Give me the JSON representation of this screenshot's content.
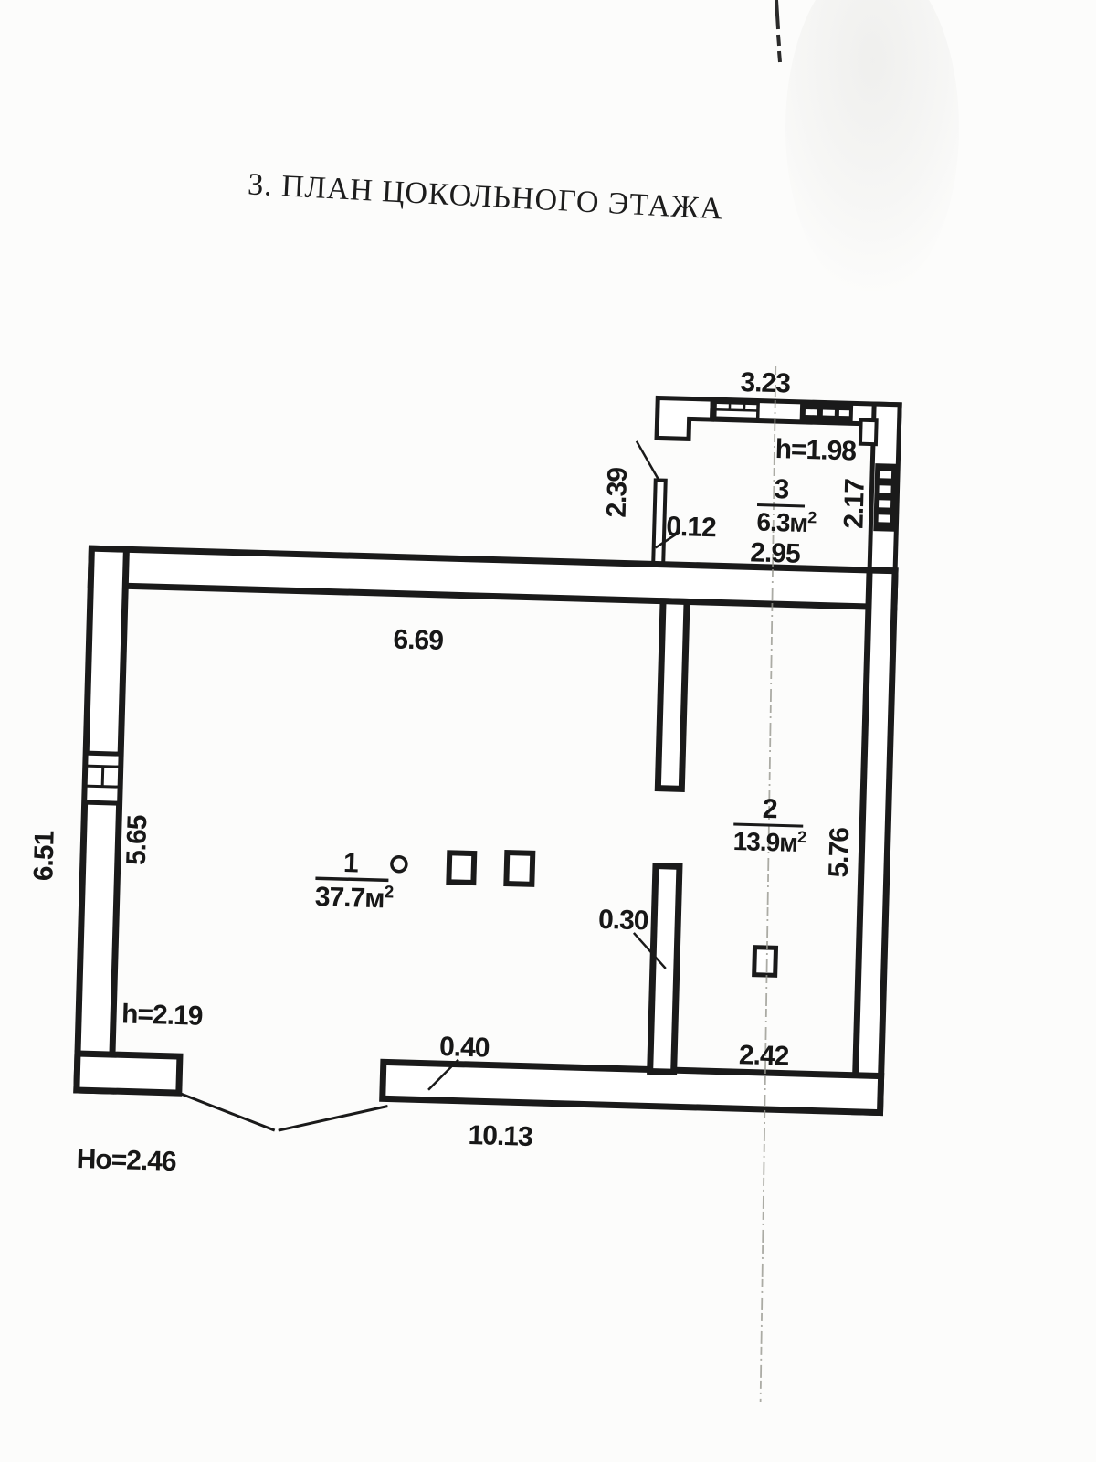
{
  "page": {
    "title": "3. ПЛАН ЦОКОЛЬНОГО ЭТАЖА"
  },
  "rooms": [
    {
      "number": "1",
      "area_main": "37.7м",
      "area_sup": "2"
    },
    {
      "number": "2",
      "area_main": "13.9м",
      "area_sup": "2"
    },
    {
      "number": "3",
      "area_main": "6.3м",
      "area_sup": "2"
    }
  ],
  "dims": {
    "annex_width": "3.23",
    "annex_height_note": "h=1.98",
    "annex_left": "2.39",
    "annex_wall_thickness": "0.12",
    "annex_right": "2.17",
    "annex_inner_width": "2.95",
    "room1_top": "6.69",
    "room1_left": "5.65",
    "outer_left": "6.51",
    "room1_height_note": "h=2.19",
    "partition_thickness": "0.30",
    "bottom_wall_thickness": "0.40",
    "room2_bottom": "2.42",
    "room2_right": "5.76",
    "outer_bottom": "10.13",
    "opening_height_note": "Но=2.46"
  },
  "colors": {
    "ink": "#1a1a1a",
    "paper": "#fcfcfb",
    "crease": "#97978f"
  }
}
